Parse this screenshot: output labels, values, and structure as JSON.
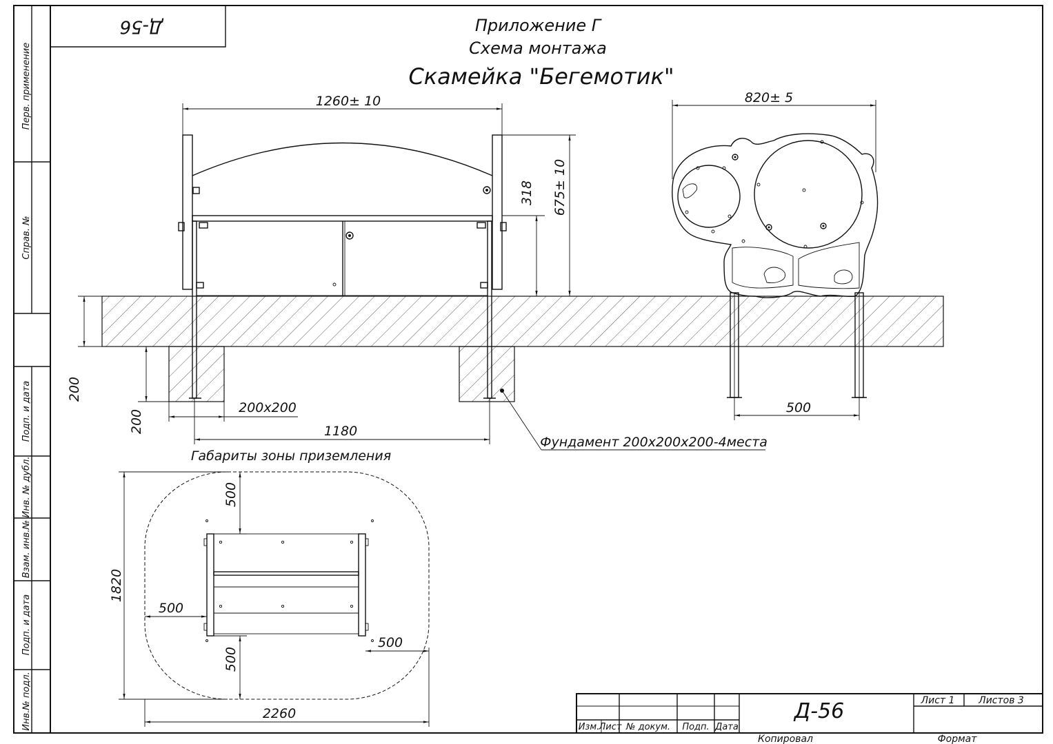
{
  "designation": "Д-56",
  "designation_rotated": "Д-56",
  "title": {
    "line1": "Приложение Г",
    "line2": "Схема монтажа",
    "line3": "Скамейка \"Бегемотик\""
  },
  "side_strip": {
    "perv": "Перв. применение",
    "sprav": "Справ. №",
    "podp_data_1": "Подп. и дата",
    "inv_dubl": "Инв. № дубл.",
    "vzam_inv": "Взам. инв.№",
    "podp_data_2": "Подп. и дата",
    "inv_podl": "Инв.№ подл."
  },
  "dimensions": {
    "width_front": "1260± 10",
    "width_side": "820± 5",
    "seat_height": "318",
    "total_height": "675± 10",
    "ground_depth": "200",
    "foundation_depth": "200",
    "foundation_size": "200х200",
    "post_spacing_front": "1180",
    "post_spacing_side": "500",
    "zone_length": "1820",
    "zone_width": "2260",
    "zone_top": "500",
    "zone_left": "500",
    "zone_right": "500",
    "zone_bottom": "500"
  },
  "labels": {
    "foundation": "Фундамент 200х200х200-4места",
    "landing_zone": "Габариты зоны приземления"
  },
  "title_block": {
    "izm_list": "Изм.",
    "list_col": "Лист",
    "doc_no": "№ докум.",
    "podp": "Подп.",
    "date": "Дата",
    "designation": "Д-56",
    "sheet": "Лист 1",
    "sheets": "Листов 3",
    "copied": "Копировал",
    "format": "Формат"
  }
}
